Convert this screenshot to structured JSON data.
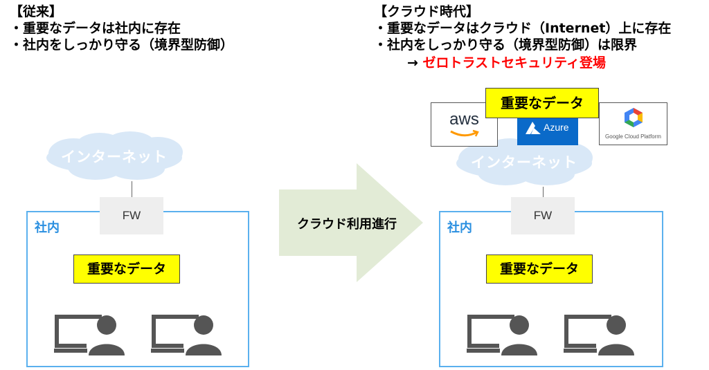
{
  "left": {
    "heading": "【従来】",
    "bullets": [
      "・重要なデータは社内に存在",
      "・社内をしっかり守る（境界型防御）"
    ],
    "internet_label": "インターネット",
    "fw_label": "FW",
    "network_label": "社内",
    "data_label": "重要なデータ"
  },
  "right": {
    "heading": "【クラウド時代】",
    "bullets": [
      "・重要なデータはクラウド（Internet）上に存在",
      "・社内をしっかり守る（境界型防御）は限界"
    ],
    "conclusion_arrow": "→",
    "conclusion_text": "ゼロトラストセキュリティ登場",
    "internet_label": "インターネット",
    "fw_label": "FW",
    "network_label": "社内",
    "data_label": "重要なデータ",
    "cloud_data_label": "重要なデータ",
    "providers": {
      "aws": "aws",
      "azure": "Azure",
      "gcp": "Google Cloud Platform"
    }
  },
  "transition_label": "クラウド利用進行",
  "colors": {
    "accent_red": "#ff0000",
    "network_blue": "#5ab0ee",
    "data_yellow": "#ffff00",
    "cloud_blue": "#d9e8f7",
    "arrow_green": "#e2ebd6",
    "azure_blue": "#0a6ac9"
  }
}
